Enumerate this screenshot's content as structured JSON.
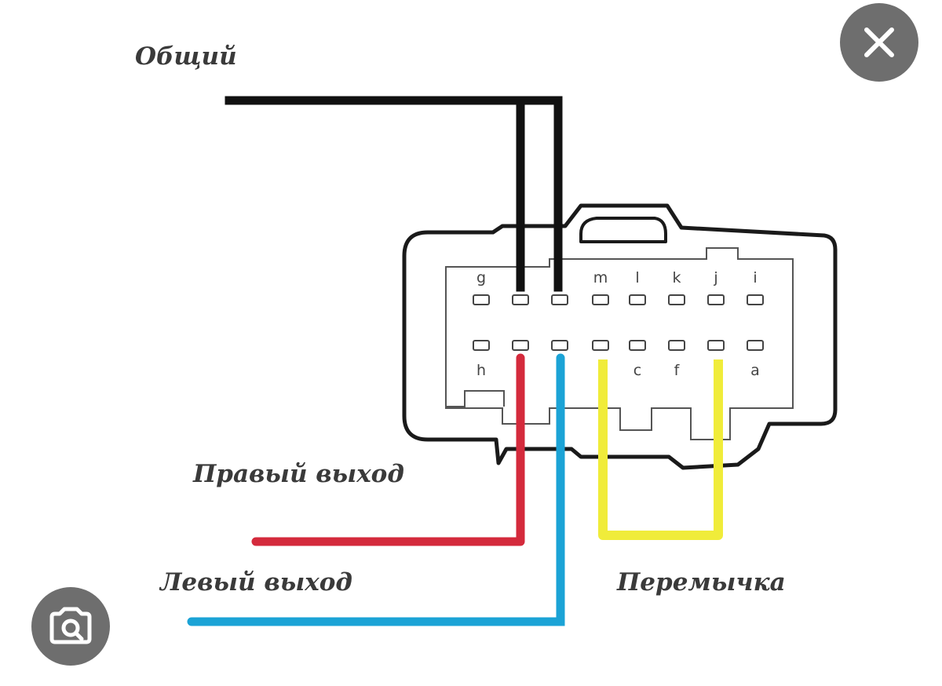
{
  "labels": {
    "common": "Общий",
    "right_out": "Правый  выход",
    "left_out": "Левый выход",
    "jumper": "Перемычка"
  },
  "pins": {
    "top": [
      "g",
      "",
      "",
      "m",
      "l",
      "k",
      "j",
      "i"
    ],
    "bottom": [
      "h",
      "",
      "",
      "",
      "c",
      "f",
      "",
      "a"
    ]
  },
  "colors": {
    "common_wire": "#111111",
    "right_wire": "#d42a3c",
    "left_wire": "#1ba3d6",
    "jumper_wire": "#f0ec3a",
    "overlay_button": "#6e6e6e"
  },
  "controls": {
    "close_icon": "close-icon",
    "lens_icon": "google-lens-icon"
  }
}
